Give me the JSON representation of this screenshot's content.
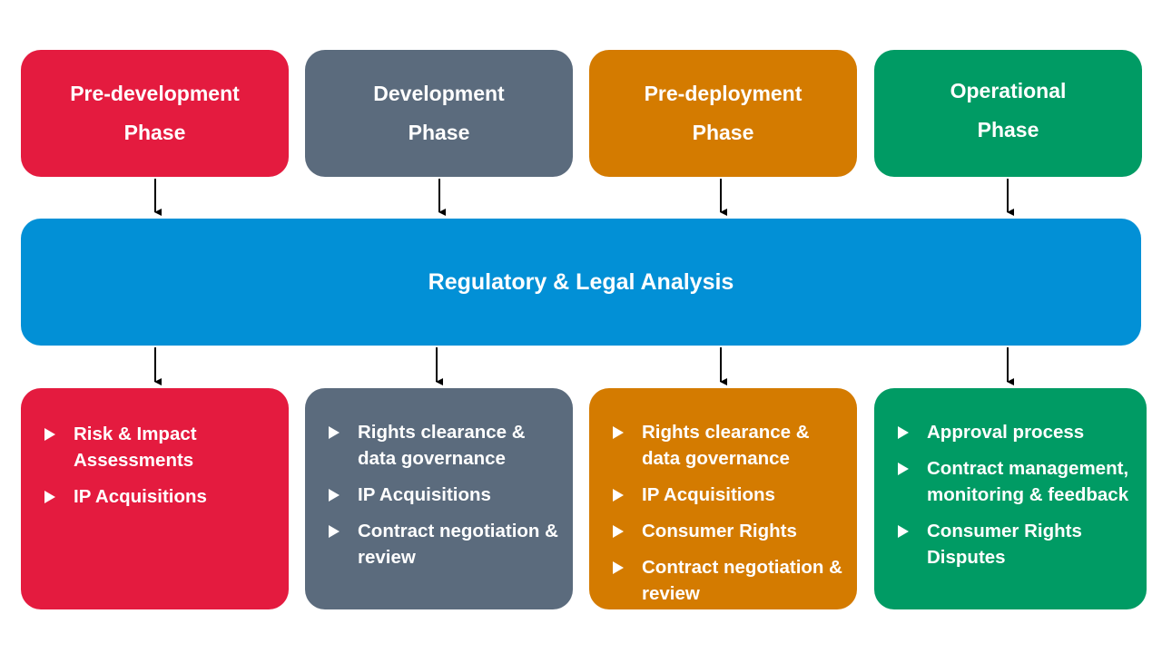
{
  "colors": {
    "pre_development": "#e41b3f",
    "development": "#5b6b7d",
    "pre_deployment": "#d47b00",
    "operational": "#009b64",
    "analysis": "#0290d6"
  },
  "phases": [
    {
      "title": "Pre-development Phase"
    },
    {
      "title": "Development Phase"
    },
    {
      "title": "Pre-deployment Phase"
    },
    {
      "title": "Operational Phase"
    }
  ],
  "analysis": {
    "title": "Regulatory & Legal Analysis"
  },
  "details": [
    {
      "items": [
        "Risk & Impact Assessments",
        "IP Acquisitions"
      ]
    },
    {
      "items": [
        "Rights clearance & data governance",
        "IP Acquisitions",
        "Contract negotiation & review"
      ]
    },
    {
      "items": [
        "Rights clearance & data governance",
        "IP Acquisitions",
        "Consumer Rights",
        "Contract negotiation & review"
      ]
    },
    {
      "items": [
        "Approval process",
        "Contract management, monitoring & feedback",
        "Consumer Rights Disputes"
      ]
    }
  ]
}
